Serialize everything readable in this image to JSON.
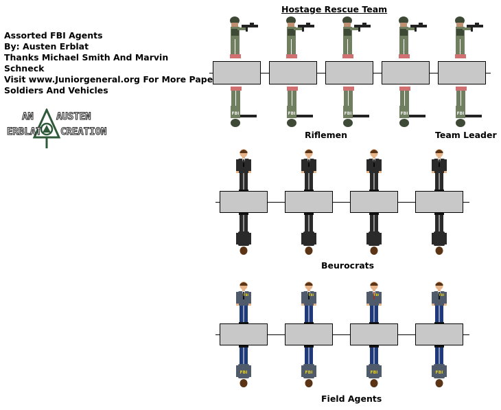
{
  "credits": {
    "line1": "Assorted FBI Agents",
    "line2": "By: Austen Erblat",
    "line3": "Thanks Michael Smith And Marvin",
    "line4": "Schneck",
    "line5": "Visit www.Juniorgeneral.org For More Paper",
    "line6": "Soldiers And Vehicles"
  },
  "logo": {
    "word_an": "AN",
    "word_austen": "AUSTEN",
    "word_erblat": "ERBLAT",
    "word_creation": "CREATION"
  },
  "title": "Hostage Rescue Team",
  "labels": {
    "riflemen": "Riflemen",
    "team_leader": "Team Leader",
    "beurocrats": "Beurocrats",
    "field_agents": "Field Agents"
  },
  "badge_text": "FBI",
  "colors": {
    "base": "#c8c8c8",
    "hrt_uniform": "#6f7f5f",
    "hrt_dark": "#3f4a36",
    "suit": "#2a2a2a",
    "agent_jacket": "#4f5b6a",
    "agent_pants": "#1f3a7a",
    "fbi_yellow": "#e8d020",
    "skin": "#e8b48a",
    "hair": "#5a3414",
    "logo_green": "#2f5a3a"
  }
}
